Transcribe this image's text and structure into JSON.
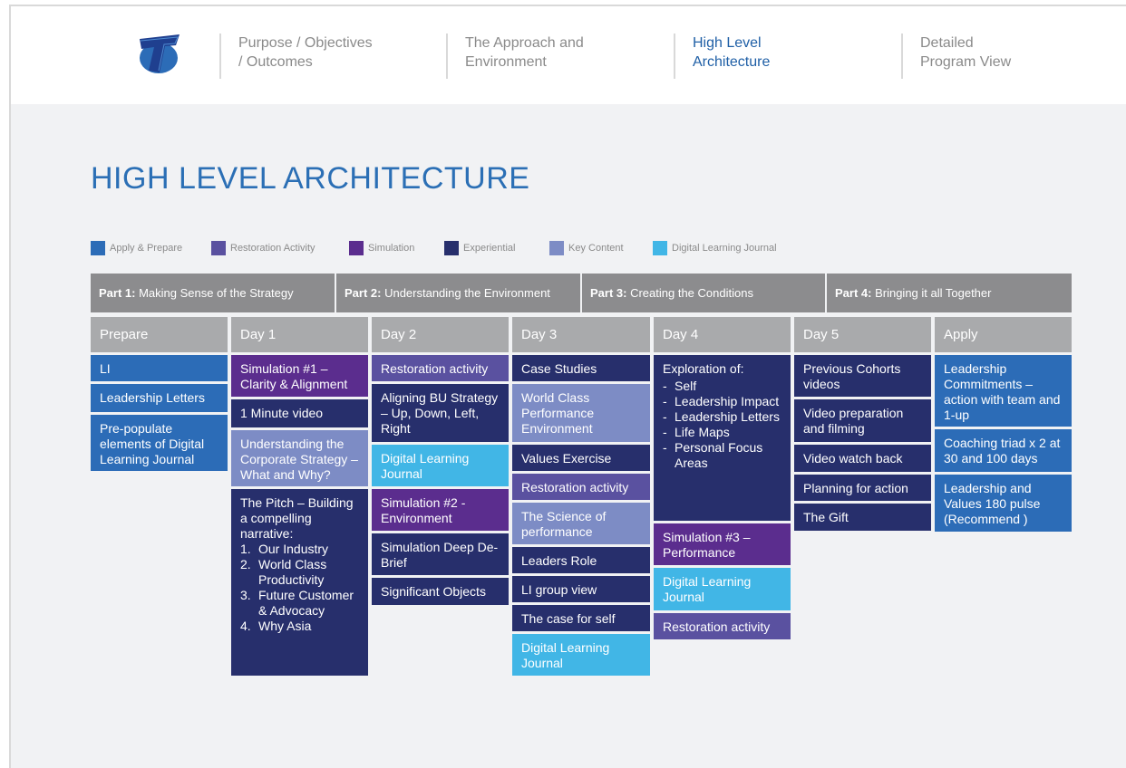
{
  "nav": [
    {
      "label": "Purpose / Objectives\n/ Outcomes",
      "active": false
    },
    {
      "label": "The Approach and\nEnvironment",
      "active": false
    },
    {
      "label": "High Level\nArchitecture",
      "active": true
    },
    {
      "label": "Detailed\nProgram View",
      "active": false
    }
  ],
  "page_title": "HIGH LEVEL ARCHITECTURE",
  "colors": {
    "apply_prepare": "#2c6cb7",
    "restoration": "#5a51a0",
    "simulation": "#5b2d8e",
    "experiential": "#272f6c",
    "key_content": "#7d8cc5",
    "digital_journal": "#41b6e6",
    "grey_part": "#8c8c8e",
    "grey_day": "#a9aaac",
    "nav_active": "#1f5fa6",
    "title": "#2b6fb5"
  },
  "legend": [
    {
      "label": "Apply & Prepare",
      "icon": "square-swatch"
    },
    {
      "label": "Restoration Activity",
      "icon": "square-swatch"
    },
    {
      "label": "Simulation",
      "icon": "square-swatch"
    },
    {
      "label": "Experiential",
      "icon": "square-swatch"
    },
    {
      "label": "Key Content",
      "icon": "square-swatch"
    },
    {
      "label": "Digital Learning Journal",
      "icon": "square-swatch"
    }
  ],
  "parts": [
    {
      "prefix": "Part 1:",
      "text": " Making Sense of the Strategy"
    },
    {
      "prefix": "Part 2:",
      "text": " Understanding the Environment"
    },
    {
      "prefix": "Part 3:",
      "text": " Creating the Conditions"
    },
    {
      "prefix": "Part 4:",
      "text": " Bringing it all Together"
    }
  ],
  "columns": [
    "Prepare",
    "Day 1",
    "Day 2",
    "Day 3",
    "Day 4",
    "Day 5",
    "Apply"
  ],
  "prepare": [
    "LI",
    "Leadership Letters",
    "Pre-populate elements of Digital Learning Journal"
  ],
  "day1": {
    "sim1": "Simulation #1 – Clarity & Alignment",
    "video": "1 Minute video",
    "corp": "Understanding the Corporate Strategy – What and Why?",
    "pitch_intro": "The Pitch – Building a compelling narrative:",
    "pitch_items": [
      "Our Industry",
      "World Class Productivity",
      "Future Customer & Advocacy",
      "Why Asia"
    ]
  },
  "day2": {
    "rest": "Restoration activity",
    "align": "Aligning BU Strategy – Up, Down, Left, Right",
    "dlj": "Digital Learning Journal",
    "sim2": "Simulation #2 - Environment",
    "deep": "Simulation Deep De-Brief",
    "objects": "Significant Objects"
  },
  "day3": {
    "case": "Case Studies",
    "wc": "World Class Performance Environment",
    "values": "Values Exercise",
    "rest": "Restoration activity",
    "science": "The Science of performance",
    "leaders": "Leaders Role",
    "li": "LI group view",
    "self": "The case for self",
    "dlj": "Digital Learning Journal"
  },
  "day4": {
    "explore": "Exploration of:",
    "explore_items": [
      "Self",
      "Leadership Impact",
      "Leadership Letters",
      "Life Maps",
      "Personal Focus Areas"
    ],
    "sim3": "Simulation #3 – Performance",
    "dlj": "Digital Learning Journal",
    "rest": "Restoration activity"
  },
  "day5": {
    "prev": "Previous Cohorts videos",
    "prep": "Video preparation and filming",
    "watch": "Video watch back",
    "plan": "Planning for action",
    "gift": "The Gift"
  },
  "apply": {
    "commit": "Leadership Commitments – action with team and 1-up",
    "coach": "Coaching triad x 2 at 30 and 100 days",
    "values": "Leadership and Values 180 pulse (Recommend )"
  }
}
